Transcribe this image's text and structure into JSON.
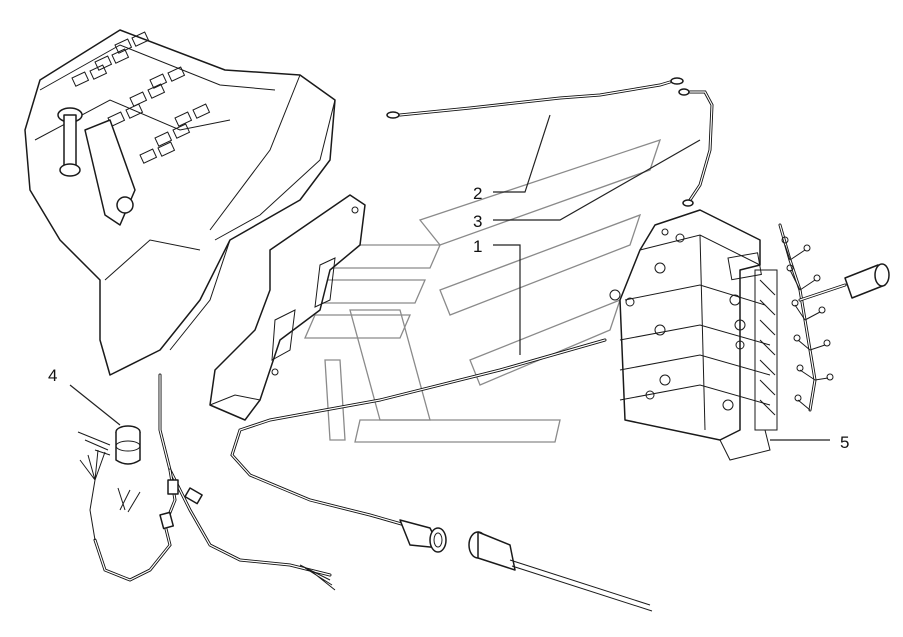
{
  "callouts": [
    {
      "id": "1",
      "text": "1"
    },
    {
      "id": "2",
      "text": "2"
    },
    {
      "id": "3",
      "text": "3"
    },
    {
      "id": "4",
      "text": "4"
    },
    {
      "id": "5",
      "text": "5"
    }
  ],
  "colors": {
    "line": "#1a1a1a",
    "watermark": "#8a8a8a",
    "background": "#ffffff"
  },
  "icons": [
    "control-console",
    "mounting-bracket",
    "ground-cable",
    "valve-block",
    "wiring-harness",
    "switch-connector",
    "plug-connector"
  ]
}
